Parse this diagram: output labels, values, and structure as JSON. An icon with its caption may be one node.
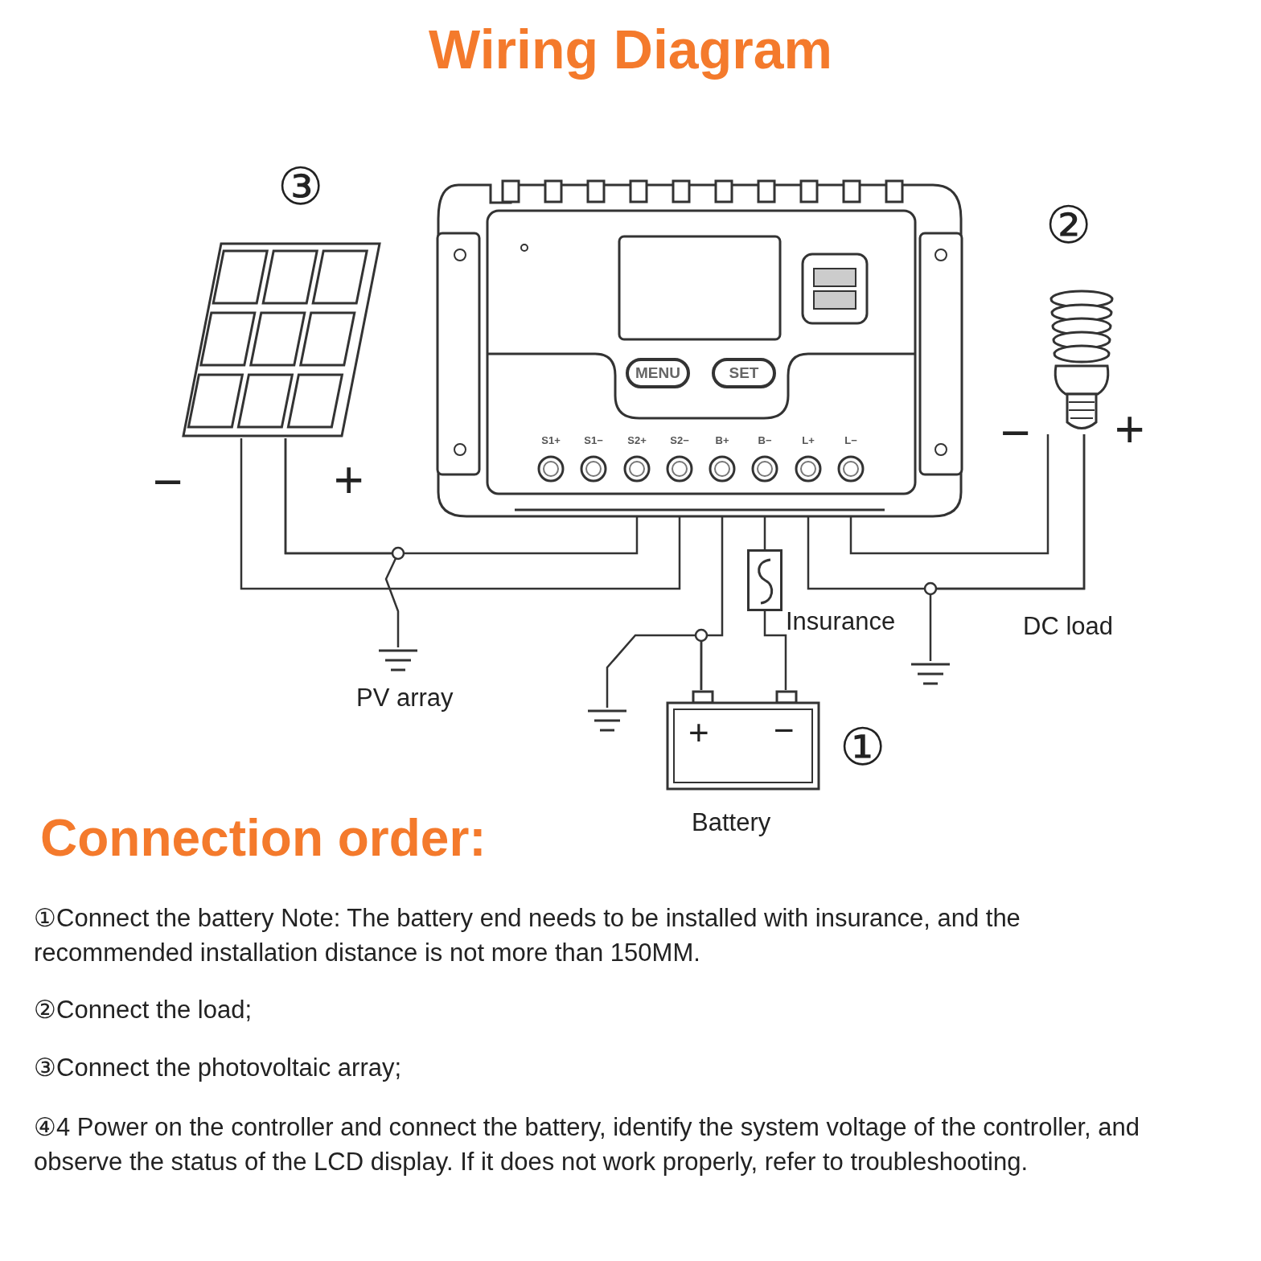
{
  "diagram": {
    "title": "Wiring Diagram",
    "nodes": [
      {
        "text": [],
        "shape": "picture"
      },
      {
        "text": [],
        "shape": "picture"
      },
      {
        "text": [
          "MENU"
        ],
        "in": 1
      },
      {
        "text": [
          "SET"
        ],
        "in": 1
      },
      {
        "text": [
          "S1+"
        ],
        "in": 1
      },
      {
        "text": [
          "S1−"
        ],
        "in": 1
      },
      {
        "text": [
          "S2+"
        ],
        "in": 1
      },
      {
        "text": [
          "S2−"
        ],
        "in": 1
      },
      {
        "text": [
          "B+"
        ],
        "in": 1
      },
      {
        "text": [
          "B−"
        ],
        "in": 1
      },
      {
        "text": [
          "L+"
        ],
        "in": 1
      },
      {
        "text": [
          "L−"
        ],
        "in": 1
      },
      {
        "text": [],
        "shape": "box",
        "beside": [
          "Insurance"
        ]
      },
      {
        "text": [],
        "shape": "picture",
        "beside": [
          "Battery"
        ]
      },
      {
        "text": [],
        "shape": "picture"
      },
      {
        "text": [],
        "shape": "ground"
      },
      {
        "text": [],
        "shape": "ground"
      },
      {
        "text": [],
        "shape": "ground"
      }
    ],
    "edges": [
      {
        "from": 0,
        "to": 6,
        "arrow": "none"
      },
      {
        "from": 0,
        "to": 7,
        "arrow": "none"
      },
      {
        "from": 15,
        "to": 0,
        "arrow": "none"
      },
      {
        "from": 8,
        "to": 13,
        "arrow": "none"
      },
      {
        "from": 16,
        "to": 13,
        "arrow": "none"
      },
      {
        "from": 9,
        "to": 12,
        "arrow": "none"
      },
      {
        "from": 12,
        "to": 13,
        "arrow": "none"
      },
      {
        "from": 10,
        "to": 14,
        "arrow": "none"
      },
      {
        "from": 11,
        "to": 14,
        "arrow": "none"
      },
      {
        "from": 17,
        "to": 14,
        "arrow": "none"
      }
    ],
    "labels": [
      "③",
      "②",
      "−",
      "+",
      "−",
      "+",
      "①",
      "+",
      "−",
      "PV array",
      "DC load",
      "Connection order:",
      "①Connect the battery Note: The battery end needs to be installed with insurance, and the recommended installation distance is not more than 150MM.",
      "②Connect the load;",
      "③Connect the photovoltaic array;",
      "④4 Power on the controller and connect the battery, identify the system voltage of the controller, and observe the status of the LCD display. If it does not work properly, refer to troubleshooting."
    ]
  }
}
